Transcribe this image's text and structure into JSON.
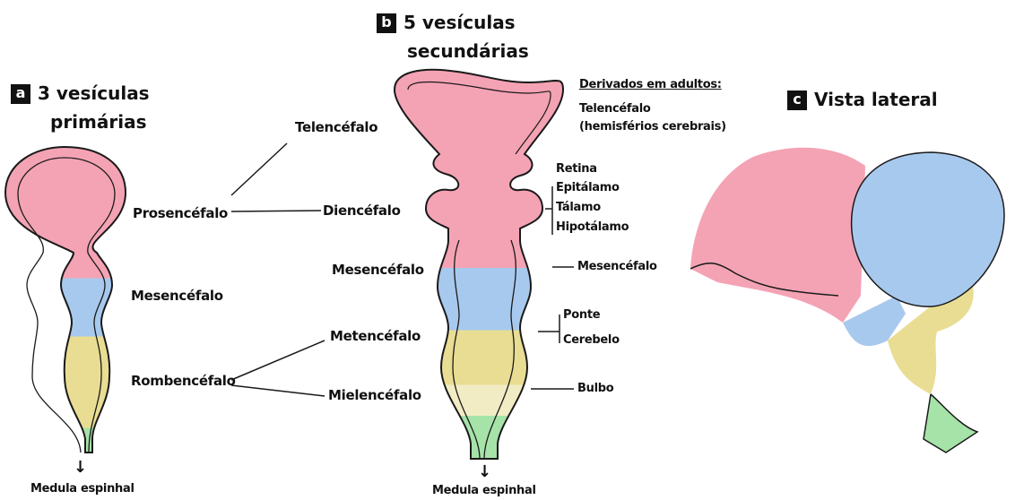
{
  "panels": {
    "a": {
      "letter": "a",
      "title_line1": "3 vesículas",
      "title_line2": "primárias"
    },
    "b": {
      "letter": "b",
      "title_line1": "5 vesículas",
      "title_line2": "secundárias"
    },
    "c": {
      "letter": "c",
      "title": "Vista lateral"
    }
  },
  "primary_labels": {
    "prosencefalo": "Prosencéfalo",
    "mesencefalo": "Mesencéfalo",
    "rombencefalo": "Rombencéfalo",
    "medula": "Medula espinhal"
  },
  "secondary_labels": {
    "telencefalo": "Telencéfalo",
    "diencefalo": "Diencéfalo",
    "mesencefalo": "Mesencéfalo",
    "metencefalo": "Metencéfalo",
    "mielencefalo": "Mielencéfalo",
    "medula": "Medula espinhal"
  },
  "derivatives": {
    "heading": "Derivados em adultos:",
    "telencefalo": "Telencéfalo",
    "hemisferios": "(hemisférios cerebrais)",
    "retina": "Retina",
    "epitalamo": "Epitálamo",
    "talamo": "Tálamo",
    "hipotalamo": "Hipotálamo",
    "mesencefalo": "Mesencéfalo",
    "ponte": "Ponte",
    "cerebelo": "Cerebelo",
    "bulbo": "Bulbo"
  },
  "colors": {
    "pink": "#f4a3b4",
    "blue": "#a8c9ee",
    "yellow": "#e9dd93",
    "pale_yellow": "#f2ecc4",
    "green": "#a6e3a9",
    "outline": "#1a1a1a"
  }
}
